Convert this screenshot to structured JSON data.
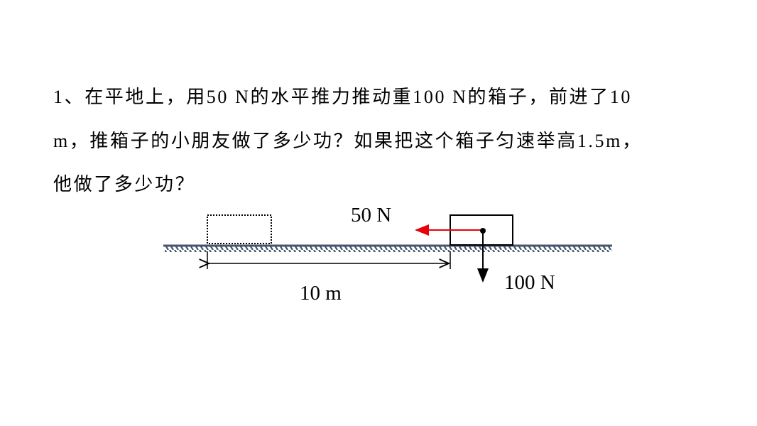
{
  "question": {
    "lines": [
      "1、在平地上，用50  N的水平推力推动重100  N的箱子，前进了10",
      "m，推箱子的小朋友做了多少功？如果把这个箱子匀速举高1.5m，",
      "他做了多少功？"
    ]
  },
  "diagram": {
    "push_force_label": "50 N",
    "weight_label": "100 N",
    "distance_label": "10 m",
    "push_arrow_color": "#e8000b",
    "weight_arrow_color": "#000000",
    "ground_color": "#44546a"
  }
}
